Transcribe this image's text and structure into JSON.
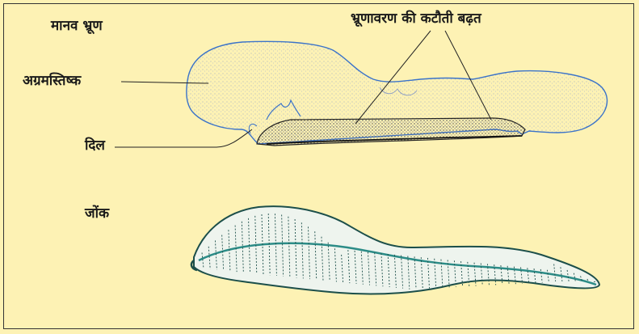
{
  "labels": {
    "human_embryo": "मानव भ्रूण",
    "embryo_segmentation": "भ्रूणावरण की कटौती बढ़त",
    "forebrain": "अग्रमस्तिष्क",
    "heart": "दिल",
    "leech": "जोंक"
  },
  "colors": {
    "background": "#fdf2b4",
    "embryo_outline": "#3b73c9",
    "leech_outline": "#1c4f4a",
    "stipple": "#7f93b8"
  }
}
